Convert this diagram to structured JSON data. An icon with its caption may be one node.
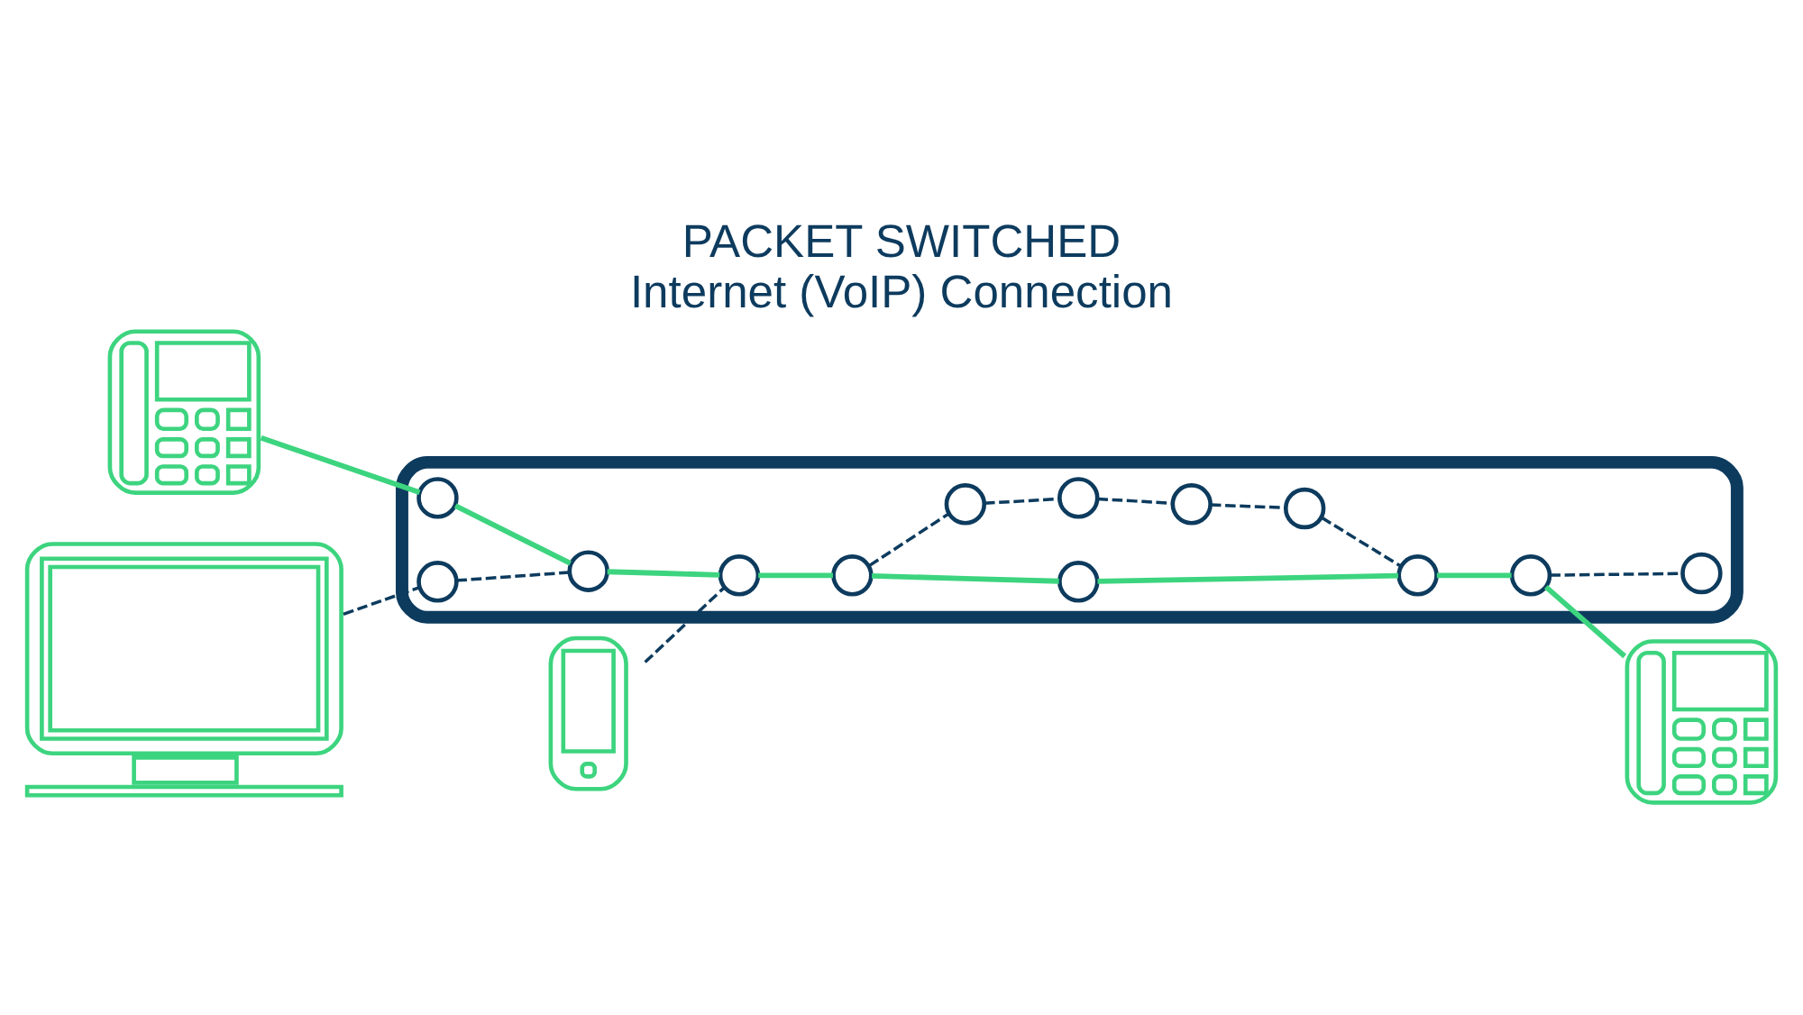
{
  "diagram": {
    "title": "PACKET SWITCHED",
    "caption": "Internet (VoIP) Connection",
    "nodes": [
      {
        "text": [],
        "shape": "picture"
      },
      {
        "text": [],
        "shape": "picture"
      },
      {
        "text": [],
        "shape": "picture"
      },
      {
        "text": [],
        "shape": "cloud"
      },
      {
        "text": [],
        "shape": "circle",
        "in": 3
      },
      {
        "text": [],
        "shape": "circle",
        "in": 3
      },
      {
        "text": [],
        "shape": "circle",
        "in": 3
      },
      {
        "text": [],
        "shape": "circle",
        "in": 3
      },
      {
        "text": [],
        "shape": "circle",
        "in": 3
      },
      {
        "text": [],
        "shape": "circle",
        "in": 3
      },
      {
        "text": [],
        "shape": "circle",
        "in": 3
      },
      {
        "text": [],
        "shape": "circle",
        "in": 3
      },
      {
        "text": [],
        "shape": "circle",
        "in": 3
      },
      {
        "text": [],
        "shape": "circle",
        "in": 3
      },
      {
        "text": [],
        "shape": "circle",
        "in": 3
      },
      {
        "text": [],
        "shape": "circle",
        "in": 3
      },
      {
        "text": [],
        "shape": "circle",
        "in": 3
      },
      {
        "text": [],
        "shape": "picture"
      }
    ],
    "edges": [
      {
        "from": 0,
        "to": 4,
        "arrow": "none",
        "color": "#3dd47f"
      },
      {
        "from": 4,
        "to": 5,
        "arrow": "none",
        "color": "#3dd47f"
      },
      {
        "from": 5,
        "to": 6,
        "arrow": "none",
        "color": "#3dd47f"
      },
      {
        "from": 6,
        "to": 7,
        "arrow": "none",
        "color": "#3dd47f"
      },
      {
        "from": 7,
        "to": 8,
        "arrow": "none",
        "color": "#3dd47f"
      },
      {
        "from": 8,
        "to": 9,
        "arrow": "none",
        "color": "#3dd47f"
      },
      {
        "from": 9,
        "to": 10,
        "arrow": "none",
        "color": "#3dd47f"
      },
      {
        "from": 10,
        "to": 17,
        "arrow": "none",
        "color": "#3dd47f"
      },
      {
        "from": 1,
        "to": 11,
        "arrow": "none",
        "style": "dashed"
      },
      {
        "from": 2,
        "to": 6,
        "arrow": "none",
        "style": "dashed"
      },
      {
        "from": 11,
        "to": 5,
        "arrow": "none",
        "style": "dashed"
      },
      {
        "from": 7,
        "to": 12,
        "arrow": "none",
        "style": "dashed"
      },
      {
        "from": 12,
        "to": 13,
        "arrow": "none",
        "style": "dashed"
      },
      {
        "from": 13,
        "to": 14,
        "arrow": "none",
        "style": "dashed"
      },
      {
        "from": 14,
        "to": 15,
        "arrow": "none",
        "style": "dashed"
      },
      {
        "from": 15,
        "to": 9,
        "arrow": "none",
        "style": "dashed"
      },
      {
        "from": 10,
        "to": 16,
        "arrow": "none",
        "style": "dashed"
      }
    ]
  }
}
